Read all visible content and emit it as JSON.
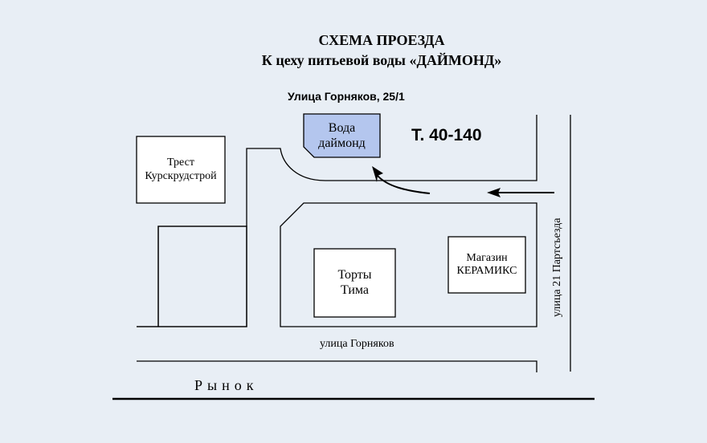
{
  "title": {
    "line1": "СХЕМА ПРОЕЗДА",
    "line2": "К цеху питьевой воды «ДАЙМОНД»"
  },
  "address": "Улица Горняков, 25/1",
  "phone": "Т. 40-140",
  "buildings": {
    "trest": "Трест\nКурскрудстрой",
    "torty": "Торты\nТима",
    "magazin": "Магазин\nКЕРАМИКС",
    "voda": "Вода\nдаймонд"
  },
  "streets": {
    "bottom": "улица Горняков",
    "vertical": "улица 21 Партсъезда"
  },
  "market": "Рынок",
  "colors": {
    "background": "#e8eef5",
    "highlight": "#b4c6ee",
    "lines": "#000000"
  }
}
